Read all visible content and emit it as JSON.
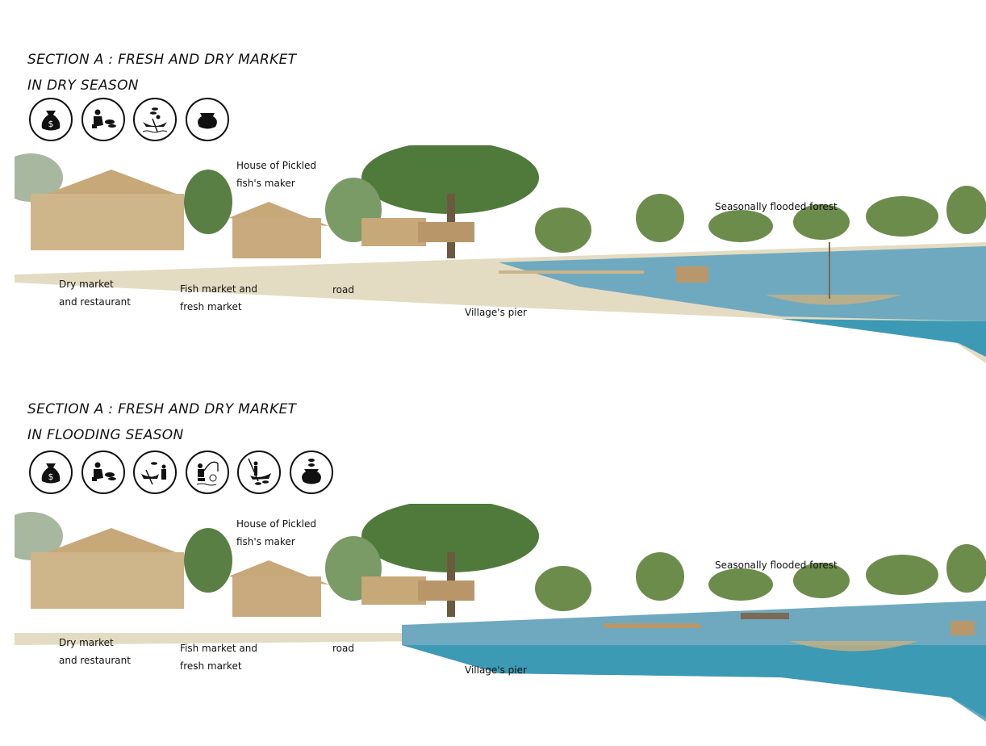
{
  "dry": {
    "title_line1": "SECTION A :  FRESH AND DRY MARKET",
    "title_line2": "IN DRY SEASON",
    "icons": [
      "money-bag-icon",
      "fish-vendor-icon",
      "boat-fishing-icon",
      "clay-pot-icon"
    ],
    "labels": {
      "house_l1": "House of Pickled",
      "house_l2": "fish's maker",
      "forest": "Seasonally flooded forest",
      "dry_l1": "Dry market",
      "dry_l2": "and restaurant",
      "fish_l1": "Fish market and",
      "fish_l2": "fresh market",
      "road": "road",
      "pier": "Village's pier"
    }
  },
  "flood": {
    "title_line1": "SECTION A :  FRESH AND DRY MARKET",
    "title_line2": "IN FLOODING  SEASON",
    "icons": [
      "money-bag-icon",
      "fish-vendor-icon",
      "boat-person-icon",
      "angler-icon",
      "boatman-icon",
      "pot-with-fish-icon"
    ],
    "labels": {
      "house_l1": "House of Pickled",
      "house_l2": "fish's maker",
      "forest": "Seasonally flooded forest",
      "dry_l1": "Dry market",
      "dry_l2": "and restaurant",
      "fish_l1": "Fish market and",
      "fish_l2": "fresh market",
      "road": "road",
      "pier": "Village's pier"
    }
  },
  "colors": {
    "water": "#5f9fb8",
    "deep_water": "#2f8fa8",
    "ground": "#e6dcc0",
    "tree": "#5f7f45",
    "wood": "#b89868"
  }
}
